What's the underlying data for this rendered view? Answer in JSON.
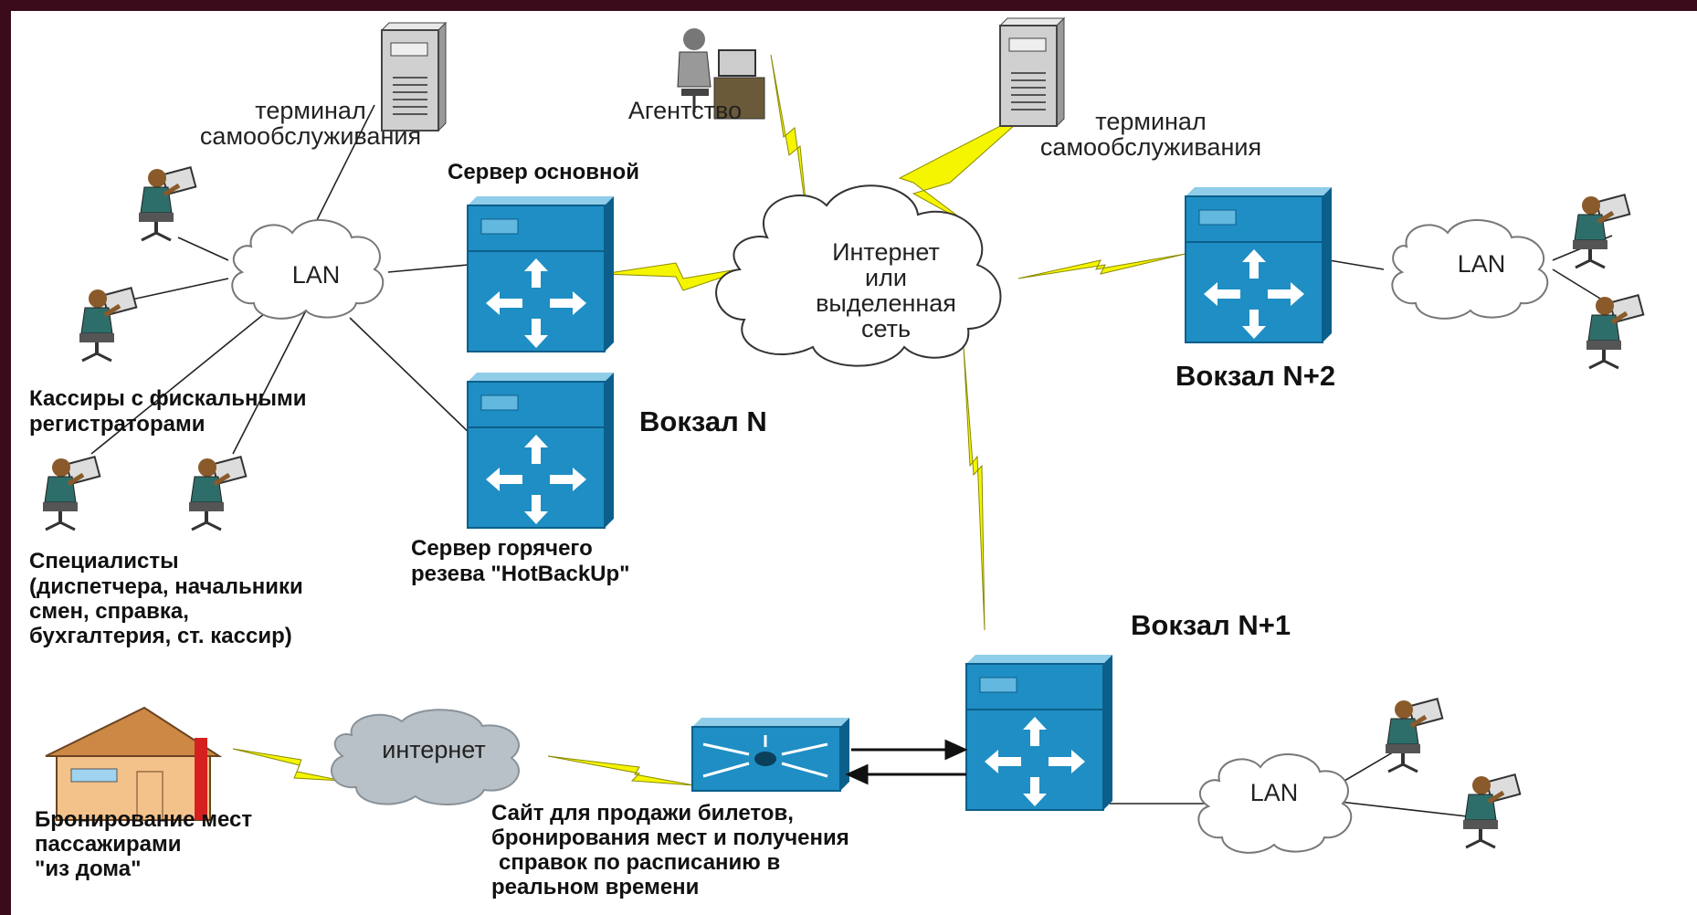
{
  "labels": {
    "kiosk_left_1": "терминал",
    "kiosk_left_2": "самообслуживания",
    "agency": "Агентство",
    "kiosk_right_1": "терминал",
    "kiosk_right_2": "самообслуживания",
    "main_server": "Сервер основной",
    "lan_left": "LAN",
    "lan_right": "LAN",
    "lan_bottom": "LAN",
    "cloud_1": "Интернет",
    "cloud_2": "или",
    "cloud_3": "выделенная",
    "cloud_4": "сеть",
    "cashiers_1": "Кассиры с фискальными",
    "cashiers_2": "регистраторами",
    "station_n": "Вокзал N",
    "station_n2": "Вокзал N+2",
    "station_n1": "Вокзал N+1",
    "backup_1": "Сервер горячего",
    "backup_2": "резева \"HotBackUp\"",
    "specialists_1": "Специалисты",
    "specialists_2": "(диспетчера, начальники",
    "specialists_3": "смен, справка,",
    "specialists_4": "бухгалтерия, ст. кассир)",
    "internet_small": "интернет",
    "home_1": "Бронирование мест",
    "home_2": "пассажирами",
    "home_3": "\"из дома\"",
    "site_1": "Сайт для продажи билетов,",
    "site_2": "бронирования мест и получения",
    "site_3": "справок по расписанию в",
    "site_4": "реальном времени"
  },
  "colors": {
    "frame": "#3a0b1a",
    "server": "#1f8ec4",
    "lightning": "#f5f500",
    "cloud_fill": "#ffffff",
    "internet_cloud": "#b9c1c8"
  }
}
